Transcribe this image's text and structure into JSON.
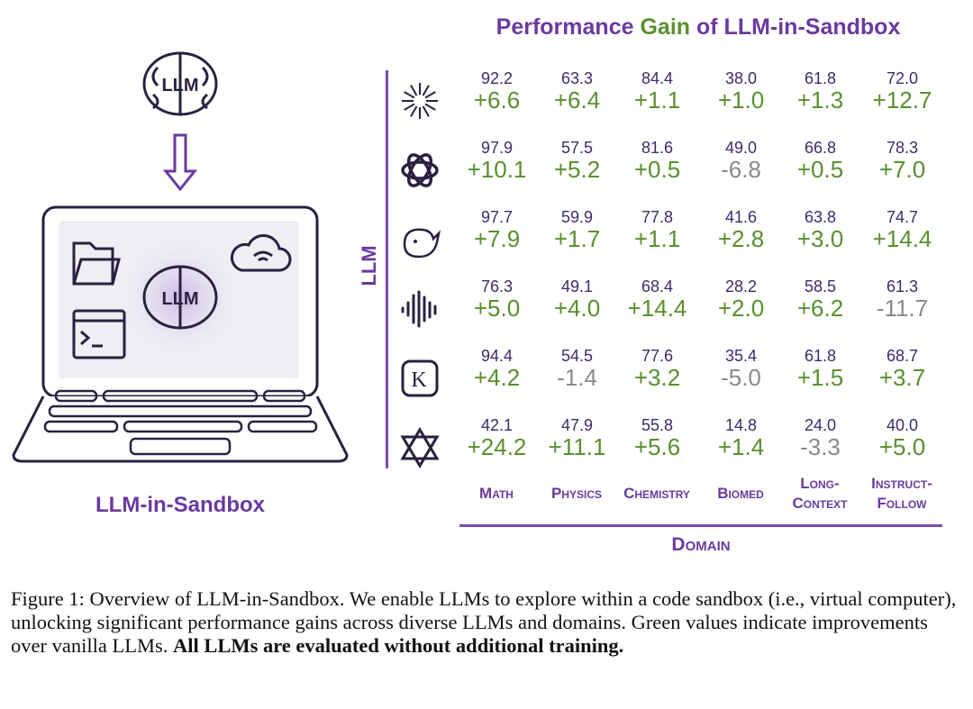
{
  "title": {
    "part1": "Performance",
    "part2": "Gain",
    "part3": "of LLM-in-Sandbox"
  },
  "y_axis_label": "LLM",
  "x_axis_label": "Domain",
  "left_label": "LLM-in-Sandbox",
  "brain_label": "LLM",
  "colors": {
    "purple": "#6a3a9e",
    "green": "#5a8f2e",
    "gray": "#8a8a8a",
    "base": "#3d2a6b"
  },
  "chart_data": {
    "type": "table",
    "columns": [
      "Math",
      "Physics",
      "Chemistry",
      "Biomed",
      "Long-Context",
      "Instruct-Follow"
    ],
    "rows": [
      {
        "icon": "sparkle-logo-icon",
        "base": [
          "92.2",
          "63.3",
          "84.4",
          "38.0",
          "61.8",
          "72.0"
        ],
        "gain": [
          "+6.6",
          "+6.4",
          "+1.1",
          "+1.0",
          "+1.3",
          "+12.7"
        ]
      },
      {
        "icon": "openai-logo-icon",
        "base": [
          "97.9",
          "57.5",
          "81.6",
          "49.0",
          "66.8",
          "78.3"
        ],
        "gain": [
          "+10.1",
          "+5.2",
          "+0.5",
          "-6.8",
          "+0.5",
          "+7.0"
        ]
      },
      {
        "icon": "whale-logo-icon",
        "base": [
          "97.7",
          "59.9",
          "77.8",
          "41.6",
          "63.8",
          "74.7"
        ],
        "gain": [
          "+7.9",
          "+1.7",
          "+1.1",
          "+2.8",
          "+3.0",
          "+14.4"
        ]
      },
      {
        "icon": "waveform-logo-icon",
        "base": [
          "76.3",
          "49.1",
          "68.4",
          "28.2",
          "58.5",
          "61.3"
        ],
        "gain": [
          "+5.0",
          "+4.0",
          "+14.4",
          "+2.0",
          "+6.2",
          "-11.7"
        ]
      },
      {
        "icon": "k-logo-icon",
        "base": [
          "94.4",
          "54.5",
          "77.6",
          "35.4",
          "61.8",
          "68.7"
        ],
        "gain": [
          "+4.2",
          "-1.4",
          "+3.2",
          "-5.0",
          "+1.5",
          "+3.7"
        ]
      },
      {
        "icon": "hexagram-logo-icon",
        "base": [
          "42.1",
          "47.9",
          "55.8",
          "14.8",
          "24.0",
          "40.0"
        ],
        "gain": [
          "+24.2",
          "+11.1",
          "+5.6",
          "+1.4",
          "-3.3",
          "+5.0"
        ]
      }
    ]
  },
  "column_labels": [
    [
      "Math"
    ],
    [
      "Physics"
    ],
    [
      "Chemistry"
    ],
    [
      "Biomed"
    ],
    [
      "Long-",
      "Context"
    ],
    [
      "Instruct-",
      "Follow"
    ]
  ],
  "caption": {
    "text": "Figure 1: Overview of LLM-in-Sandbox. We enable LLMs to explore within a code sandbox (i.e., virtual computer), unlocking significant performance gains across diverse LLMs and domains. Green values indicate improvements over vanilla LLMs. ",
    "bold": "All LLMs are evaluated without additional training."
  }
}
